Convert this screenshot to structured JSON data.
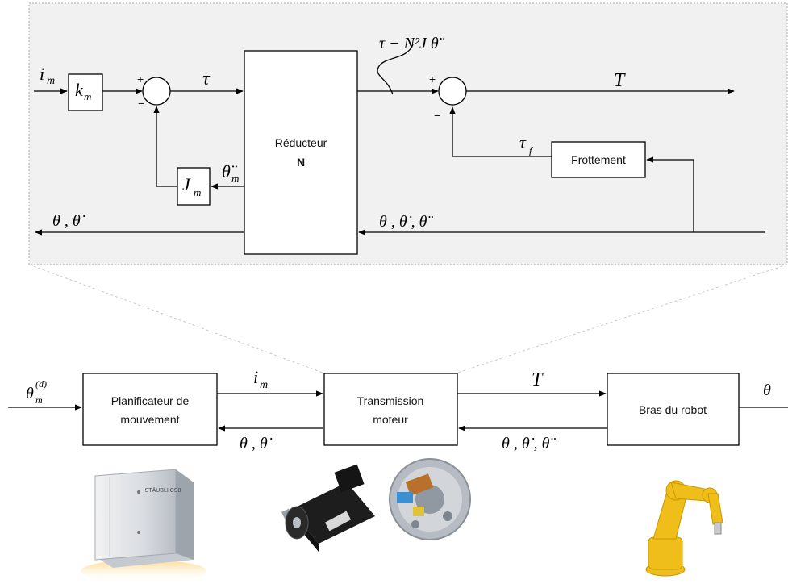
{
  "detail": {
    "reducteur_label": "Réducteur",
    "reducteur_symbol": "N",
    "frottement_label": "Frottement",
    "gain_km": "k",
    "gain_km_sub": "m",
    "gain_jm": "J",
    "gain_jm_sub": "m",
    "input_i": "i",
    "input_i_sub": "m",
    "tau": "τ",
    "tau_expr": "τ − N²J θ̈",
    "T": "T",
    "tau_f": "τ",
    "tau_f_sub": "f",
    "theta_dd_m": "θ̈",
    "theta_dd_m_sub": "m",
    "feedback_out": "θ , θ̇",
    "feedback_n": "θ , θ̇ , θ̈",
    "plus": "+",
    "minus": "−"
  },
  "overview": {
    "planner_line1": "Planificateur de",
    "planner_line2": "mouvement",
    "transmission_line1": "Transmission",
    "transmission_line2": "moteur",
    "robot_label": "Bras du robot",
    "input_theta": "θ",
    "input_theta_sup": "(d)",
    "input_theta_sub": "m",
    "signal_i": "i",
    "signal_i_sub": "m",
    "signal_T": "T",
    "signal_theta_m": "θ , θ̇",
    "signal_theta_n": "θ , θ̇ , θ̈",
    "output_theta": "θ"
  },
  "images": {
    "controller_brand": "STÄUBLI CS8"
  }
}
